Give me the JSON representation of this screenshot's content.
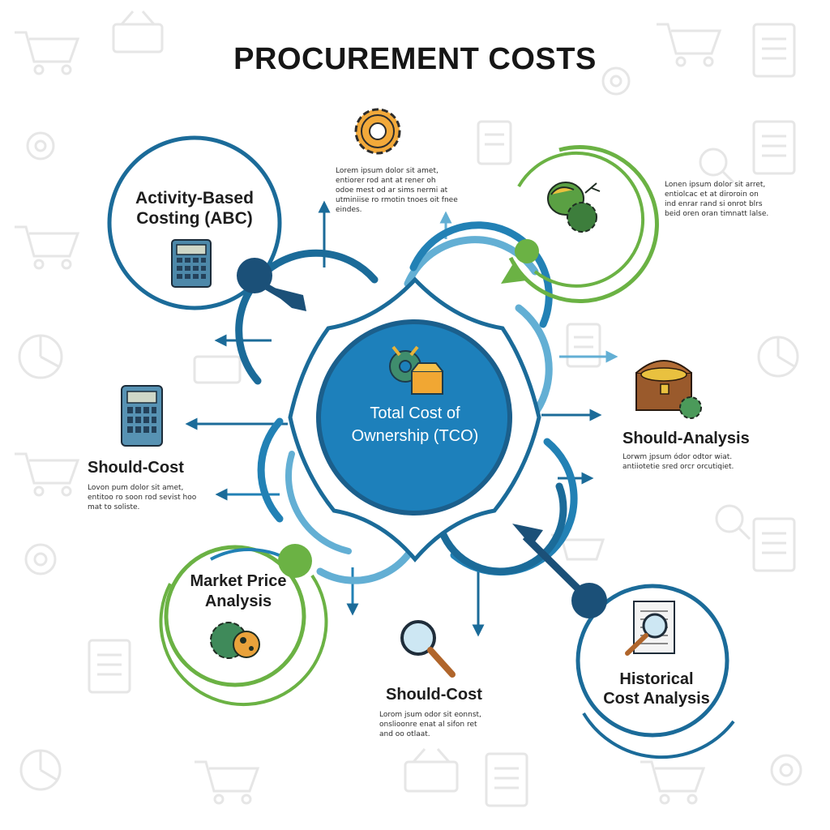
{
  "title": "PROCUREMENT COSTS",
  "center": {
    "line1": "Total Cost of",
    "line2": "Ownership (TCO)"
  },
  "nodes": {
    "abc": {
      "line1": "Activity-Based",
      "line2": "Costing (ABC)"
    },
    "should_cost_left": {
      "label": "Should-Cost",
      "body1": "Lovon pum dolor sit amet,",
      "body2": "entitoo ro soon rod sevist hoo",
      "body3": "mat to soliste."
    },
    "market": {
      "line1": "Market Price",
      "line2": "Analysis"
    },
    "should_cost_bottom": {
      "label": "Should-Cost",
      "body1": "Lorom jsum odor sit eonnst,",
      "body2": "onslioonre enat al sifon ret",
      "body3": "and oo otlaat."
    },
    "historical": {
      "line1": "Historical",
      "line2": "Cost Analysis"
    },
    "should_analysis": {
      "label": "Should-Analysis",
      "body1": "Lorwm jpsum ódor odtor wiat.",
      "body2": "antiiotetie sred orcr orcutiqiet."
    }
  },
  "texts": {
    "top_center": {
      "body1": "Lorem ipsum dolor sit amet,",
      "body2": "entiorer rod ant at rener oh",
      "body3": "odoe mest od ar sims nermi at",
      "body4": "utminiise ro rmotin tnoes oit fnee",
      "body5": "eindes."
    },
    "top_right": {
      "body1": "Lonen ipsum dolor sit arret,",
      "body2": "entiolcac et at diroroin on",
      "body3": "ind enrar rand si onrot blrs",
      "body4": "beid oren oran timnatt lalse."
    }
  },
  "colors": {
    "dark_blue": "#1b6b99",
    "blue": "#2281b5",
    "light_blue": "#63afd4",
    "green": "#6bb244",
    "dark_navy": "#1b4f78",
    "watermark": "#e8e8e8"
  },
  "icons": [
    "gear-icon",
    "calculator-icon",
    "plant-gear-icon",
    "tco-gear-box-icon",
    "treasure-chest-icon",
    "magnifier-icon",
    "document-magnifier-icon",
    "gear-cookie-icon"
  ]
}
